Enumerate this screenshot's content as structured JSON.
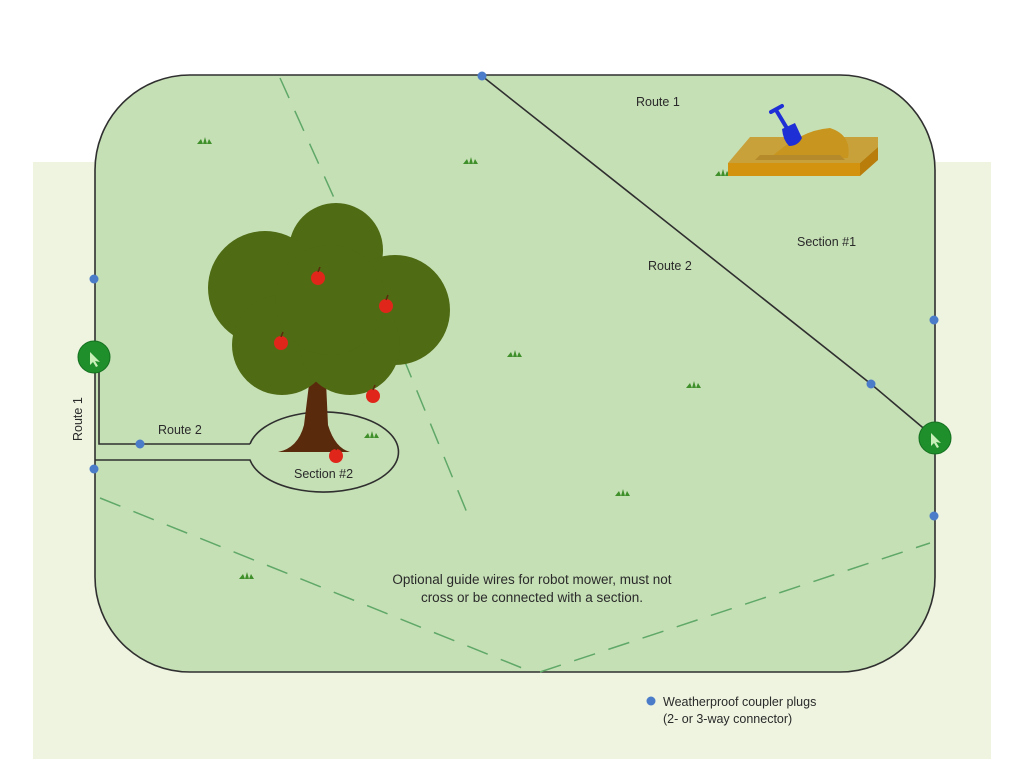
{
  "labels": {
    "route1_top": "Route 1",
    "route1_side": "Route 1",
    "route2_diag": "Route 2",
    "route2_left": "Route 2",
    "section1": "Section #1",
    "section2": "Section #2"
  },
  "note": {
    "line1": "Optional guide wires for robot mower, must not",
    "line2": "cross or be connected with a section."
  },
  "legend": {
    "line1": "Weatherproof coupler plugs",
    "line2": "(2- or 3-way connector)"
  },
  "colors": {
    "lawn": "#c6e0b6",
    "background": "#eef4e0",
    "wire": "#2f2f2f",
    "guide_wire": "#5fa868",
    "coupler": "#4a7cc9",
    "station": "#1e8f2a",
    "foliage": "#4f6b14",
    "trunk": "#5a2a0c",
    "apple": "#e0261b",
    "sandbox": "#d4930f",
    "shovel": "#1f2fd6"
  },
  "icons": {
    "charging_station": "charging-station-icon",
    "coupler": "coupler-plug-icon",
    "tree": "apple-tree-icon",
    "sandbox": "sandbox-icon",
    "grass": "grass-tuft-icon"
  }
}
